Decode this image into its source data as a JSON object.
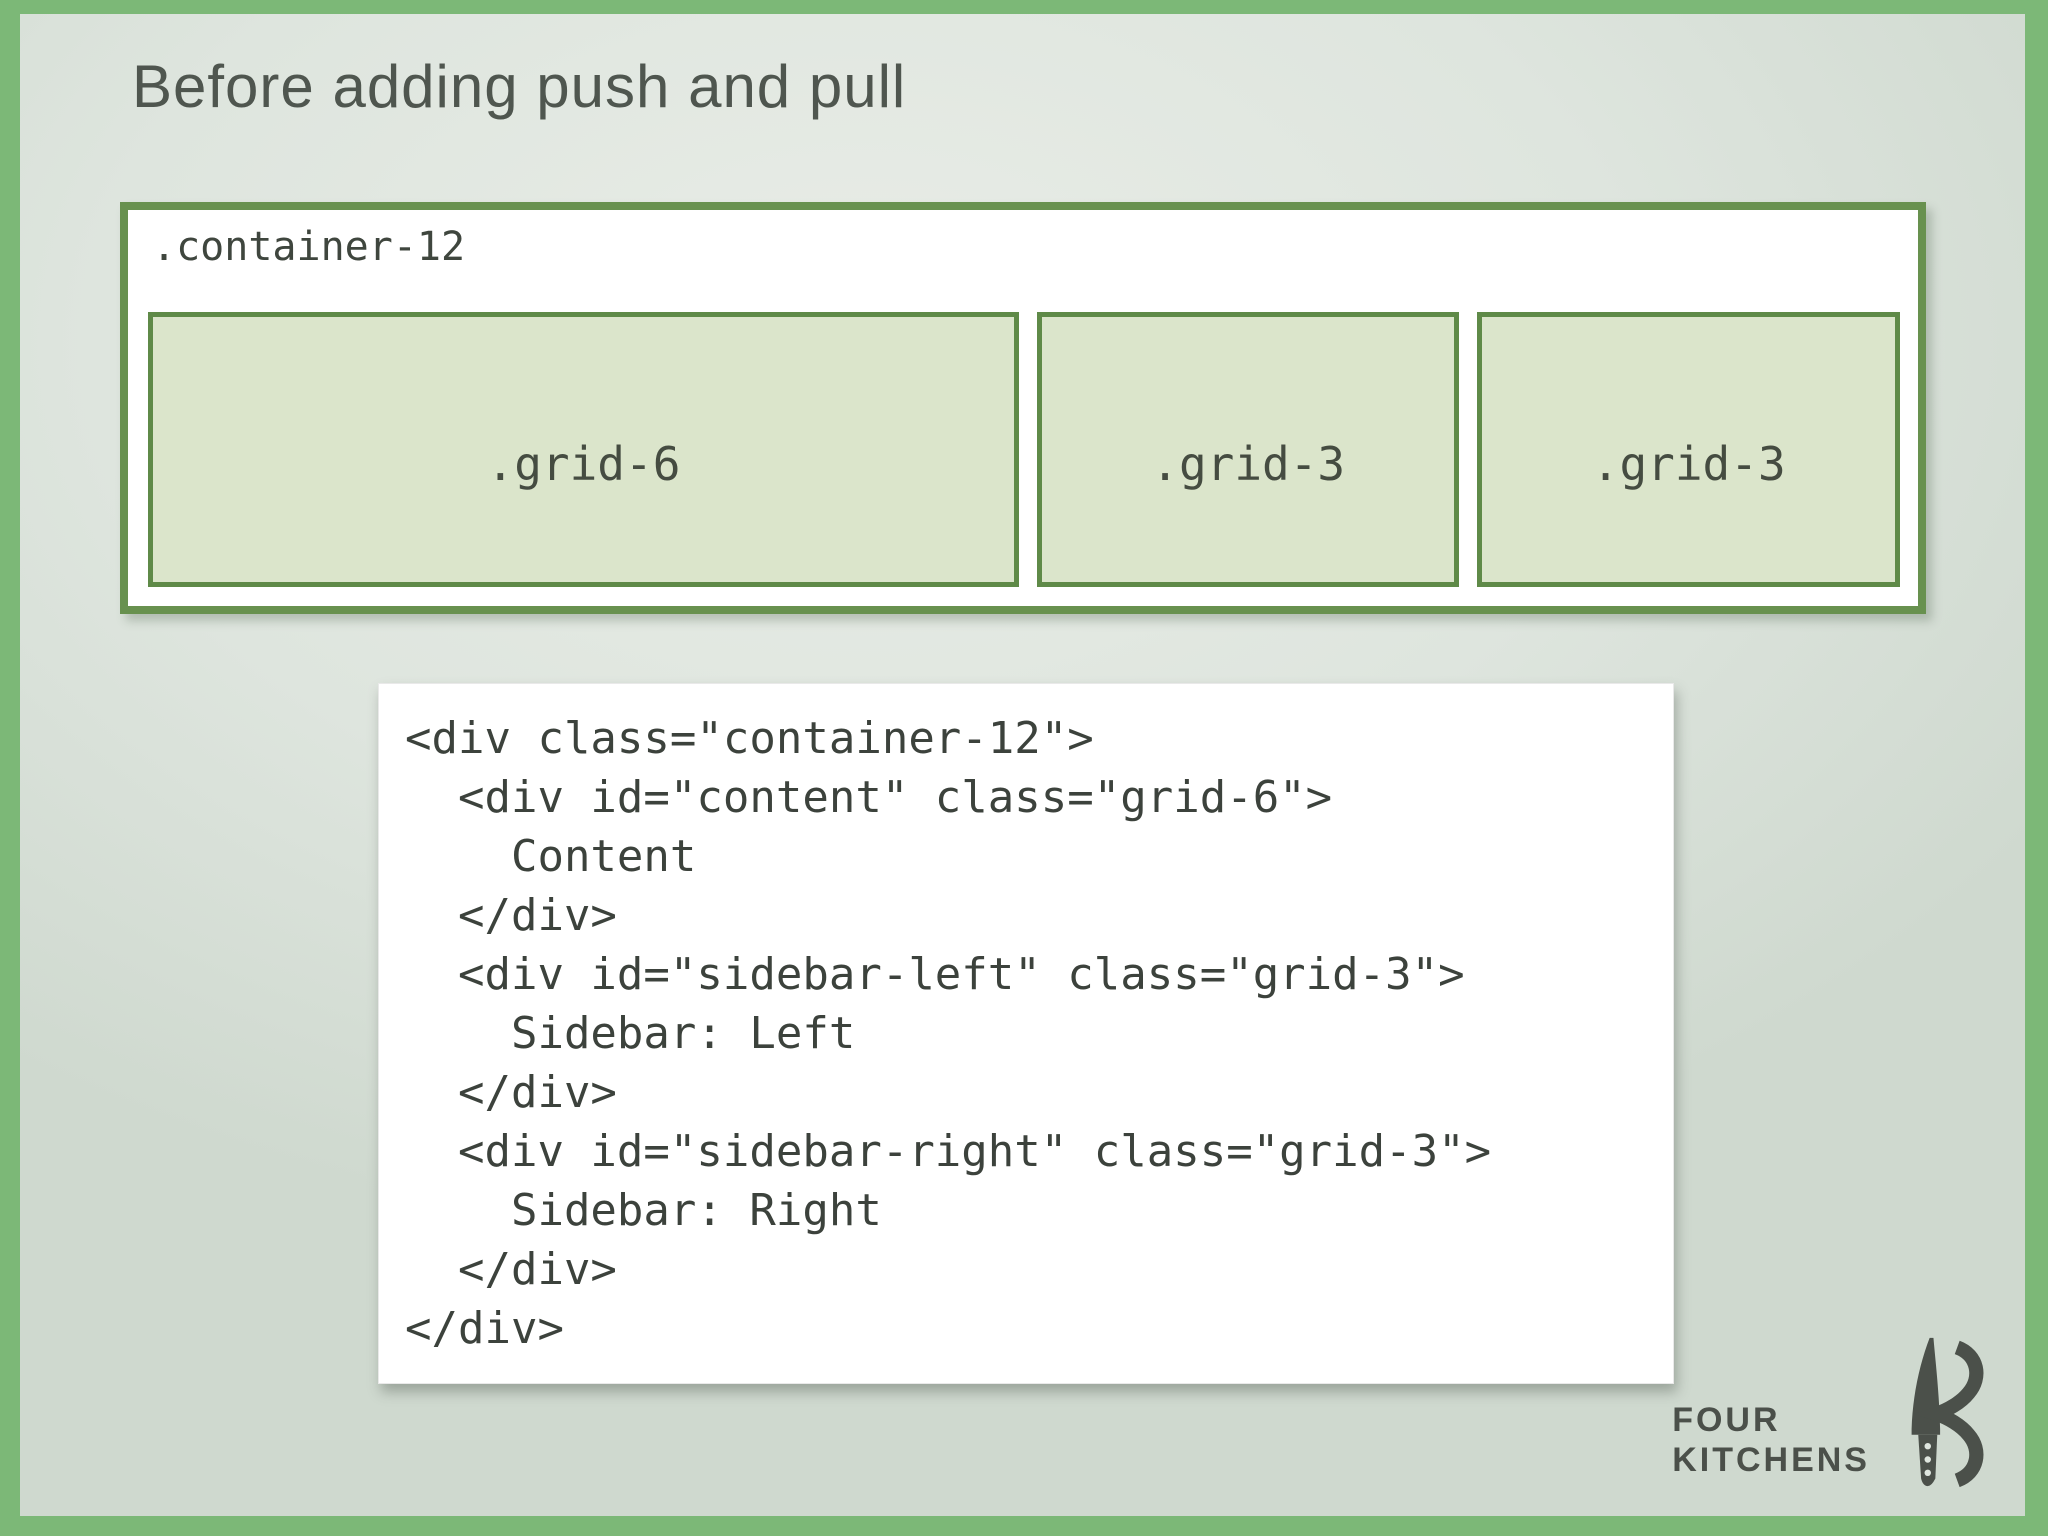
{
  "slide": {
    "title": "Before adding push and pull"
  },
  "diagram": {
    "container_label": ".container-12",
    "boxes": [
      {
        "label": ".grid-6",
        "columns": 6
      },
      {
        "label": ".grid-3",
        "columns": 3
      },
      {
        "label": ".grid-3",
        "columns": 3
      }
    ]
  },
  "code": {
    "lines": [
      "<div class=\"container-12\">",
      "  <div id=\"content\" class=\"grid-6\">",
      "    Content",
      "  </div>",
      "  <div id=\"sidebar-left\" class=\"grid-3\">",
      "    Sidebar: Left",
      "  </div>",
      "  <div id=\"sidebar-right\" class=\"grid-3\">",
      "    Sidebar: Right",
      "  </div>",
      "</div>"
    ]
  },
  "logo": {
    "line1": "FOUR",
    "line2": "KITCHENS",
    "mark": "knife-k-icon"
  },
  "colors": {
    "frame_green": "#7cb877",
    "container_border": "#68914f",
    "grid_border": "#5f8a48",
    "grid_fill": "#dbe5cb",
    "title_color": "#4f564f",
    "code_color": "#3c423c",
    "label_color": "#3f463e",
    "logo_color": "#4b504a",
    "bg_light": "#e9ede7",
    "bg_dark": "#cfd9cf"
  }
}
